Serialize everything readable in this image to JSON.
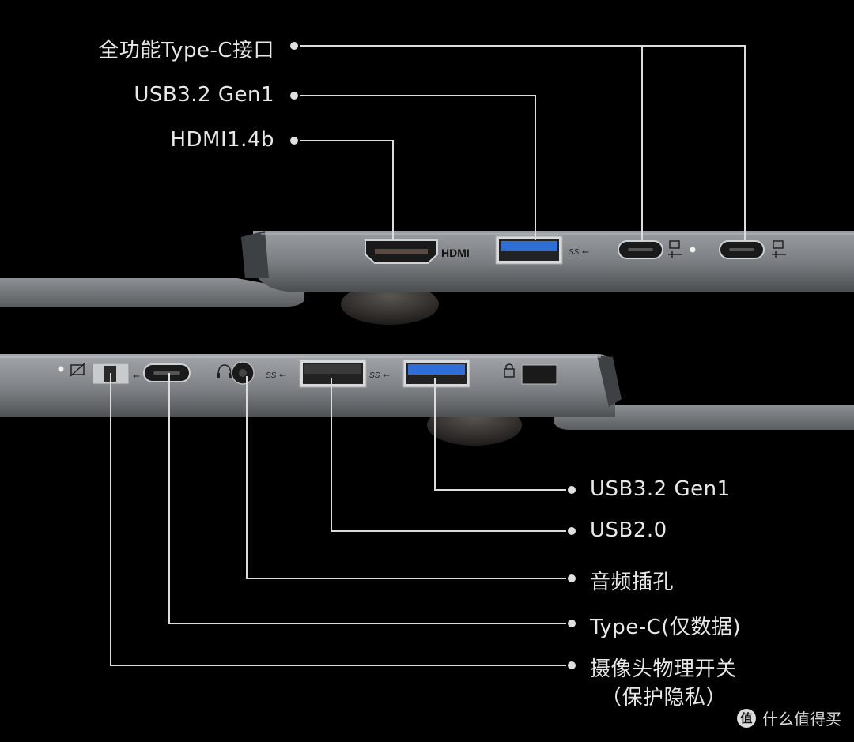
{
  "top_labels": [
    {
      "id": "typec-full",
      "text": "全功能Type-C接口"
    },
    {
      "id": "usb32-top",
      "text": "USB3.2 Gen1"
    },
    {
      "id": "hdmi",
      "text": "HDMI1.4b"
    }
  ],
  "bottom_labels": [
    {
      "id": "usb32-bottom",
      "text": "USB3.2 Gen1"
    },
    {
      "id": "usb20",
      "text": "USB2.0"
    },
    {
      "id": "audio",
      "text": "音频插孔"
    },
    {
      "id": "typec-data",
      "text": "Type-C(仅数据)"
    },
    {
      "id": "camera-switch",
      "text": "摄像头物理开关",
      "subtext": "（保护隐私）"
    }
  ],
  "port_markings": {
    "hdmi_text": "HDMI",
    "ss_text": "SS"
  },
  "watermark": {
    "icon": "值",
    "text": "什么值得买"
  },
  "colors": {
    "background": "#000000",
    "chassis": "#7d8185",
    "usb3_blue": "#2d6fd6",
    "line": "#e0e0e0"
  }
}
